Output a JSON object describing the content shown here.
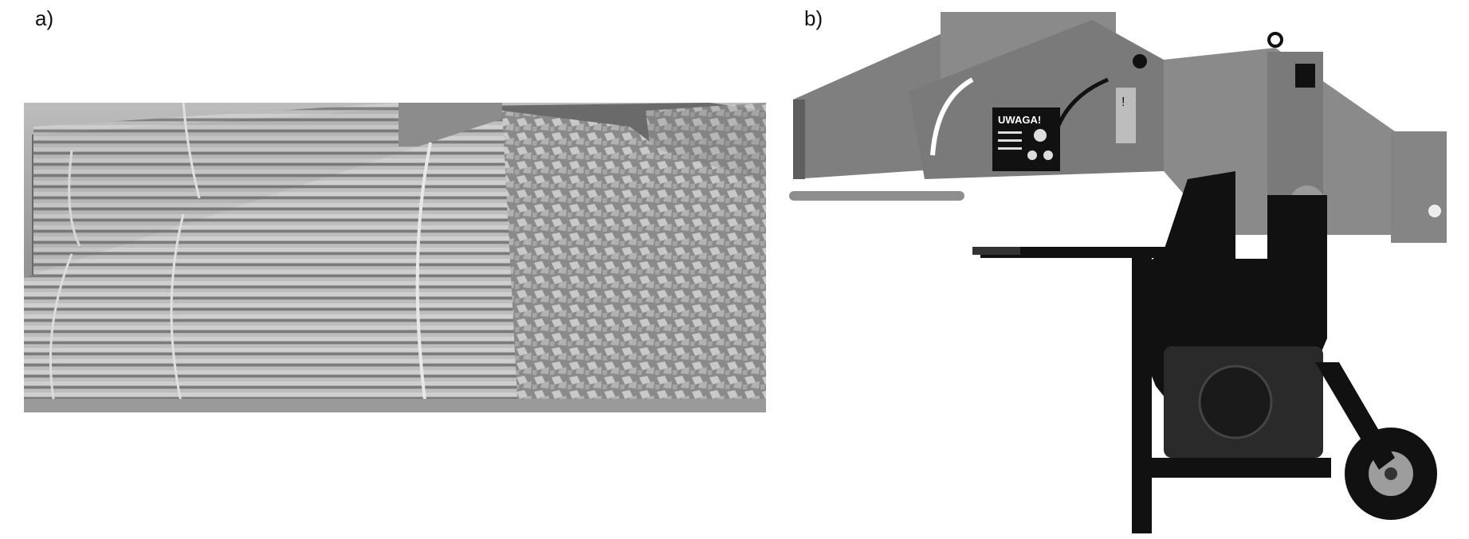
{
  "panels": [
    {
      "label": "a)"
    },
    {
      "label": "b)"
    }
  ],
  "machine": {
    "warning_sign": "UWAGA!"
  },
  "colors": {
    "machine_body": "#7f7f7f",
    "frame": "#111111",
    "wood_light": "#d9d9d9",
    "wood_dark": "#5a5a5a"
  }
}
